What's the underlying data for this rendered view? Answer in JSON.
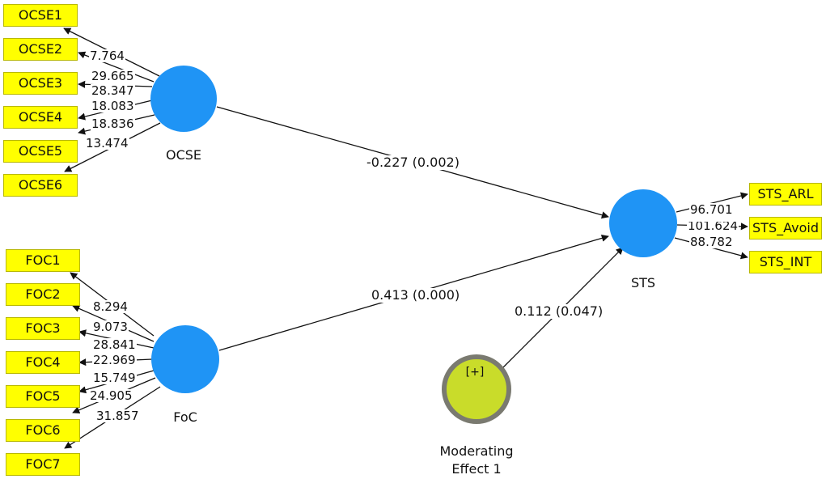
{
  "constructs": {
    "ocse": {
      "label": "OCSE",
      "color": "#1f94f5"
    },
    "foc": {
      "label": "FoC",
      "color": "#1f94f5"
    },
    "sts": {
      "label": "STS",
      "color": "#1f94f5"
    },
    "moderator": {
      "label_line1": "Moderating",
      "label_line2": "Effect 1",
      "expand_marker": "[+]",
      "color": "#c9dc2a",
      "border_color": "#7a7a70"
    }
  },
  "indicators": {
    "ocse": [
      "OCSE1",
      "OCSE2",
      "OCSE3",
      "OCSE4",
      "OCSE5",
      "OCSE6"
    ],
    "foc": [
      "FOC1",
      "FOC2",
      "FOC3",
      "FOC4",
      "FOC5",
      "FOC6",
      "FOC7"
    ],
    "sts": [
      "STS_ARL",
      "STS_Avoid",
      "STS_INT"
    ]
  },
  "loadings": {
    "ocse": [
      "7.764",
      "29.665",
      "28.347",
      "18.083",
      "18.836",
      "13.474"
    ],
    "foc": [
      "8.294",
      "9.073",
      "28.841",
      "22.969",
      "15.749",
      "24.905",
      "31.857"
    ],
    "sts": [
      "96.701",
      "101.624",
      "88.782"
    ]
  },
  "paths": {
    "ocse_sts": "-0.227 (0.002)",
    "foc_sts": "0.413 (0.000)",
    "mod_sts": "0.112 (0.047)"
  },
  "colors": {
    "indicator_fill": "#ffff00",
    "arrow": "#111111"
  }
}
